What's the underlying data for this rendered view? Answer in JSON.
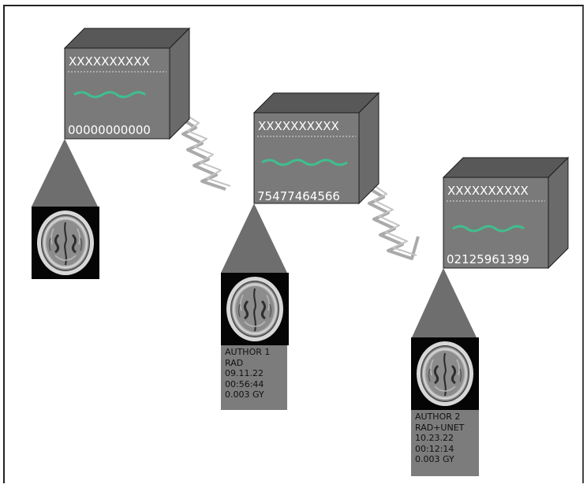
{
  "blocks": [
    {
      "header": "XXXXXXXXXX",
      "hash": "00000000000",
      "accent": "#3fbf8f",
      "scan_info": []
    },
    {
      "header": "XXXXXXXXXX",
      "hash": "75477464566",
      "accent": "#3fbf8f",
      "scan_info": [
        "AUTHOR 1",
        "RAD",
        "09.11.22",
        "00:56:44",
        "0.003 GY"
      ]
    },
    {
      "header": "XXXXXXXXXX",
      "hash": "02125961399",
      "accent": "#3fbf8f",
      "scan_info": [
        "AUTHOR 2",
        "RAD+UNET",
        "10.23.22",
        "00:12:14",
        "0.003 GY"
      ]
    }
  ]
}
